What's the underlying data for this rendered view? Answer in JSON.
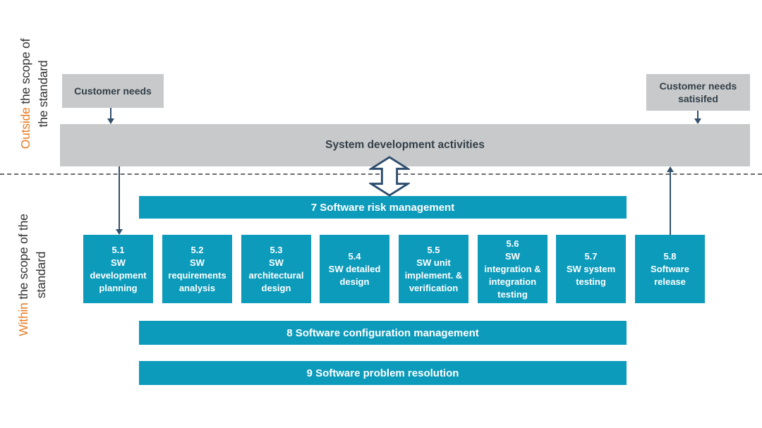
{
  "side_labels": {
    "outside": {
      "word": "Outside",
      "rest_line1": " the scope of",
      "line2": "the standard"
    },
    "within": {
      "word": "Within",
      "rest_line1": " the scope of the",
      "line2": "standard"
    }
  },
  "gray_boxes": {
    "customer_needs": "Customer needs",
    "customer_needs_satisfied": "Customer needs satisifed"
  },
  "system_bar": "System development activities",
  "teal_bars": {
    "risk": "7 Software risk management",
    "configuration": "8 Software configuration management",
    "problem": "9 Software problem resolution"
  },
  "process_boxes": [
    {
      "label": "5.1\nSW\ndevelopment\nplanning"
    },
    {
      "label": "5.2\nSW\nrequirements\nanalysis"
    },
    {
      "label": "5.3\nSW\narchitectural\ndesign"
    },
    {
      "label": "5.4\nSW detailed\ndesign"
    },
    {
      "label": "5.5\nSW unit\nimplement. &\nverification"
    },
    {
      "label": "5.6\nSW\nintegration &\nintegration\ntesting"
    },
    {
      "label": "5.7\nSW system\ntesting"
    },
    {
      "label": "5.8\nSoftware\nrelease"
    }
  ],
  "icons": {
    "double_arrow": "bidirectional-arrow",
    "connector_arrows": "down/up arrowheads"
  },
  "colors": {
    "teal": "#0d9bbc",
    "gray": "#c7c9ca",
    "orange": "#e87b22",
    "navy_line": "#33506b",
    "dark_text": "#333f48",
    "divider": "#6a6c6e"
  }
}
